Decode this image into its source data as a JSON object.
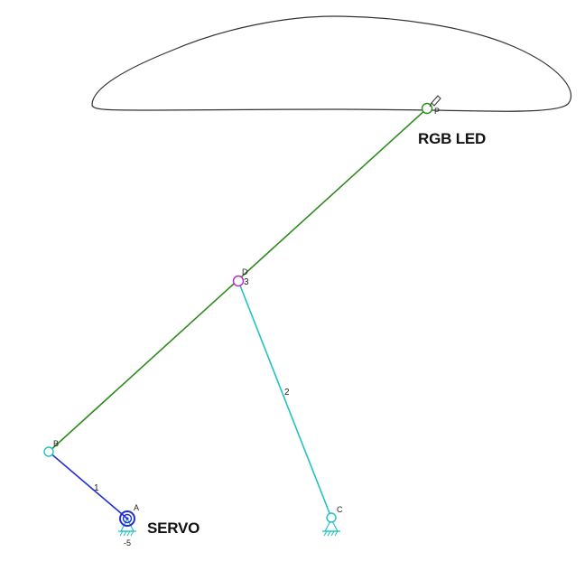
{
  "labels": {
    "rgb_led": "RGB LED",
    "servo": "SERVO",
    "servo_angle": "-5"
  },
  "joints": {
    "A": "A",
    "B": "B",
    "C": "C",
    "D": "D",
    "P": "P"
  },
  "links": {
    "link1": "1",
    "link2": "2",
    "link3": "3"
  },
  "colors": {
    "crank": "#1f2fd6",
    "rocker": "#1fc3c3",
    "coupler": "#2e8b1e",
    "coupler_joint": "#b030c8",
    "path": "#333333",
    "ground": "#1fc3c3"
  },
  "icons": {
    "servo_motor": "motor-ring-icon",
    "ground_support": "ground-hatch-icon",
    "tracer_pen": "pen-icon"
  }
}
